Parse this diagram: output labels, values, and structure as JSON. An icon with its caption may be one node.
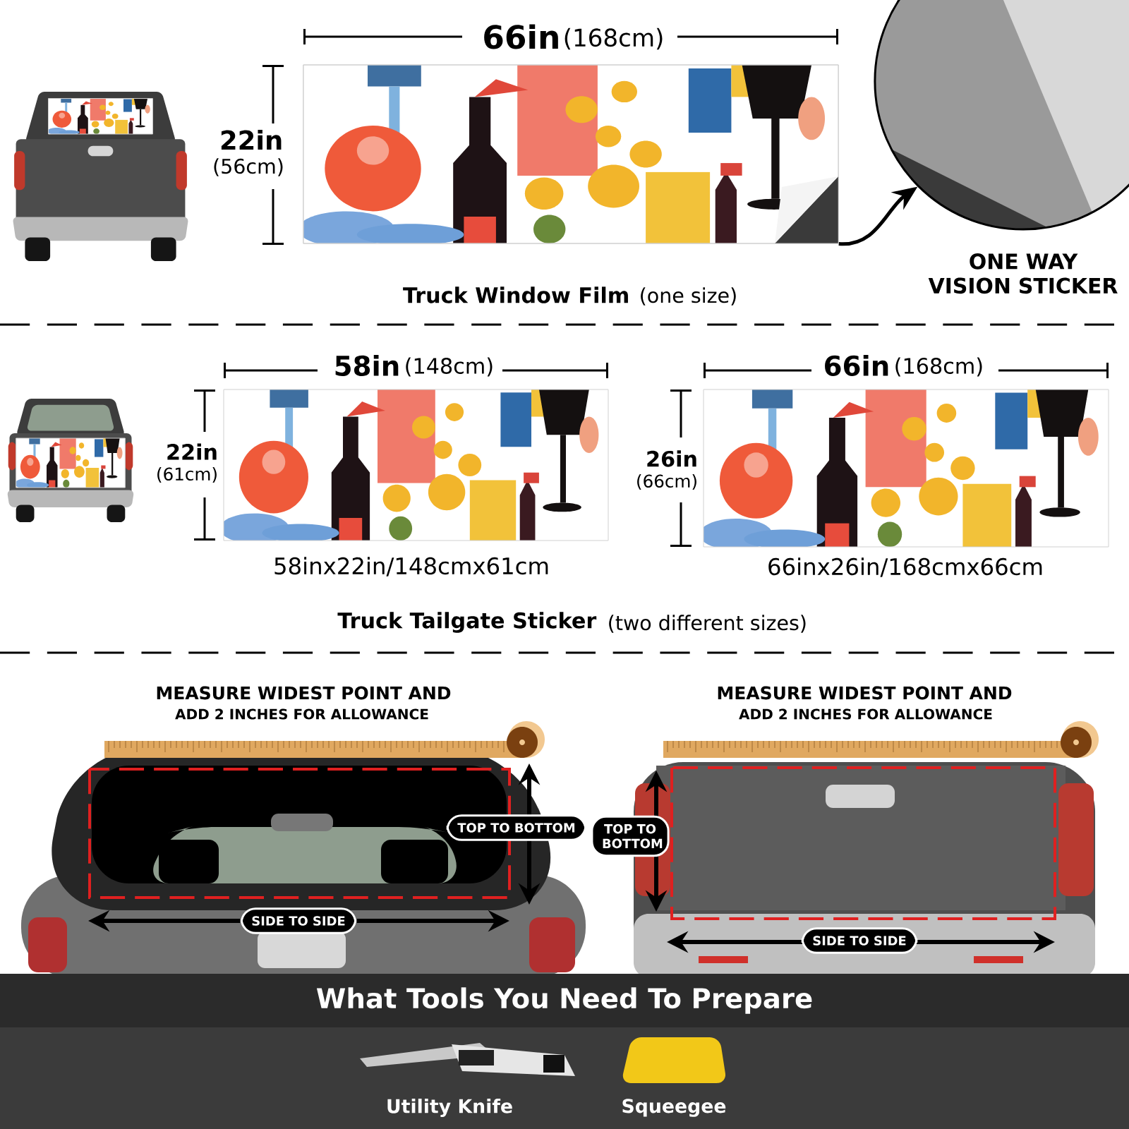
{
  "diagram": {
    "nodes": [
      {
        "text": [],
        "shape": "picture"
      },
      {
        "text": [
          "ONE WAY VISION STICKER"
        ]
      }
    ],
    "edges": [
      {
        "from": 0,
        "to": 1,
        "arrow": "to"
      }
    ],
    "labels": [
      "66in",
      "(168cm)",
      "22in",
      "(56cm)",
      "Truck Window Film",
      "(one size)",
      "58in",
      "(148cm)",
      "66in",
      "(168cm)",
      "22in",
      "(61cm)",
      "26in",
      "(66cm)",
      "58inx22in/148cmx61cm",
      "66inx26in/168cmx66cm",
      "Truck Tailgate Sticker",
      "(two different sizes)",
      "MEASURE WIDEST POINT AND",
      "ADD 2 INCHES FOR ALLOWANCE",
      "MEASURE WIDEST POINT AND",
      "ADD 2 INCHES FOR ALLOWANCE",
      "TOP TO BOTTOM",
      "TOP TO BOTTOM",
      "SIDE TO SIDE",
      "SIDE TO SIDE",
      "What Tools You Need To Prepare",
      "Utility Knife",
      "Squeegee"
    ]
  }
}
